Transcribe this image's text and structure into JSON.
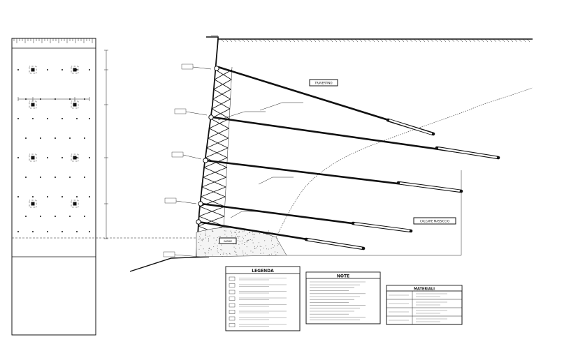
{
  "labels": {
    "travertino": "TRAVERTINO",
    "calcare": "CALCARE MASSICCIO",
    "sabbie": "SABBIE"
  },
  "legend": {
    "title": "LEGENDA"
  },
  "note": {
    "title": "NOTE"
  },
  "materiali": {
    "title": "MATERIALI"
  }
}
